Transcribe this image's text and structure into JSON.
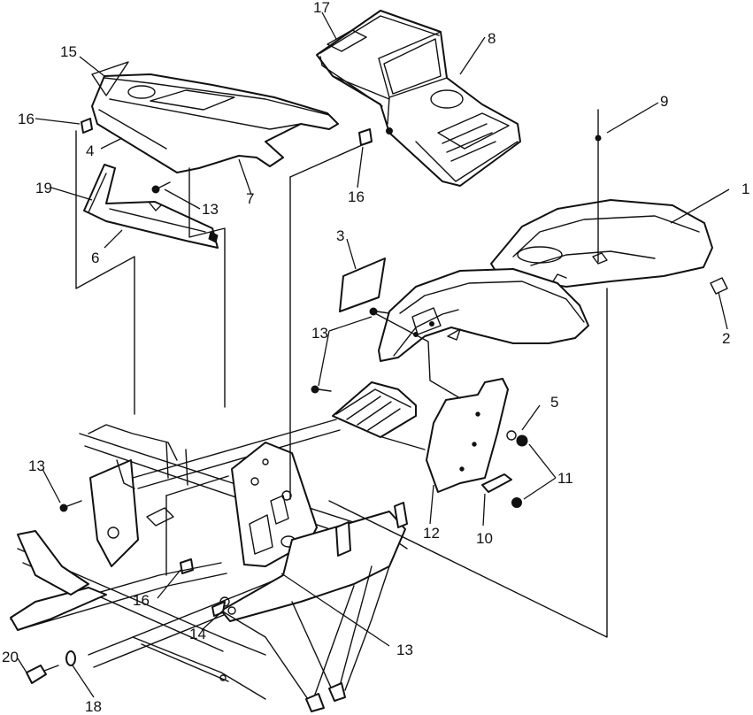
{
  "callouts": [
    {
      "id": "c1",
      "text": "1"
    },
    {
      "id": "c2",
      "text": "2"
    },
    {
      "id": "c3",
      "text": "3"
    },
    {
      "id": "c4",
      "text": "4"
    },
    {
      "id": "c5",
      "text": "5"
    },
    {
      "id": "c6",
      "text": "6"
    },
    {
      "id": "c7",
      "text": "7"
    },
    {
      "id": "c8",
      "text": "8"
    },
    {
      "id": "c9",
      "text": "9"
    },
    {
      "id": "c10",
      "text": "10"
    },
    {
      "id": "c11",
      "text": "11"
    },
    {
      "id": "c12",
      "text": "12"
    },
    {
      "id": "c13a",
      "text": "13"
    },
    {
      "id": "c13b",
      "text": "13"
    },
    {
      "id": "c13c",
      "text": "13"
    },
    {
      "id": "c13d",
      "text": "13"
    },
    {
      "id": "c14",
      "text": "14"
    },
    {
      "id": "c15",
      "text": "15"
    },
    {
      "id": "c16a",
      "text": "16"
    },
    {
      "id": "c16b",
      "text": "16"
    },
    {
      "id": "c16c",
      "text": "16"
    },
    {
      "id": "c17",
      "text": "17"
    },
    {
      "id": "c18",
      "text": "18"
    },
    {
      "id": "c19",
      "text": "19"
    },
    {
      "id": "c20",
      "text": "20"
    }
  ]
}
